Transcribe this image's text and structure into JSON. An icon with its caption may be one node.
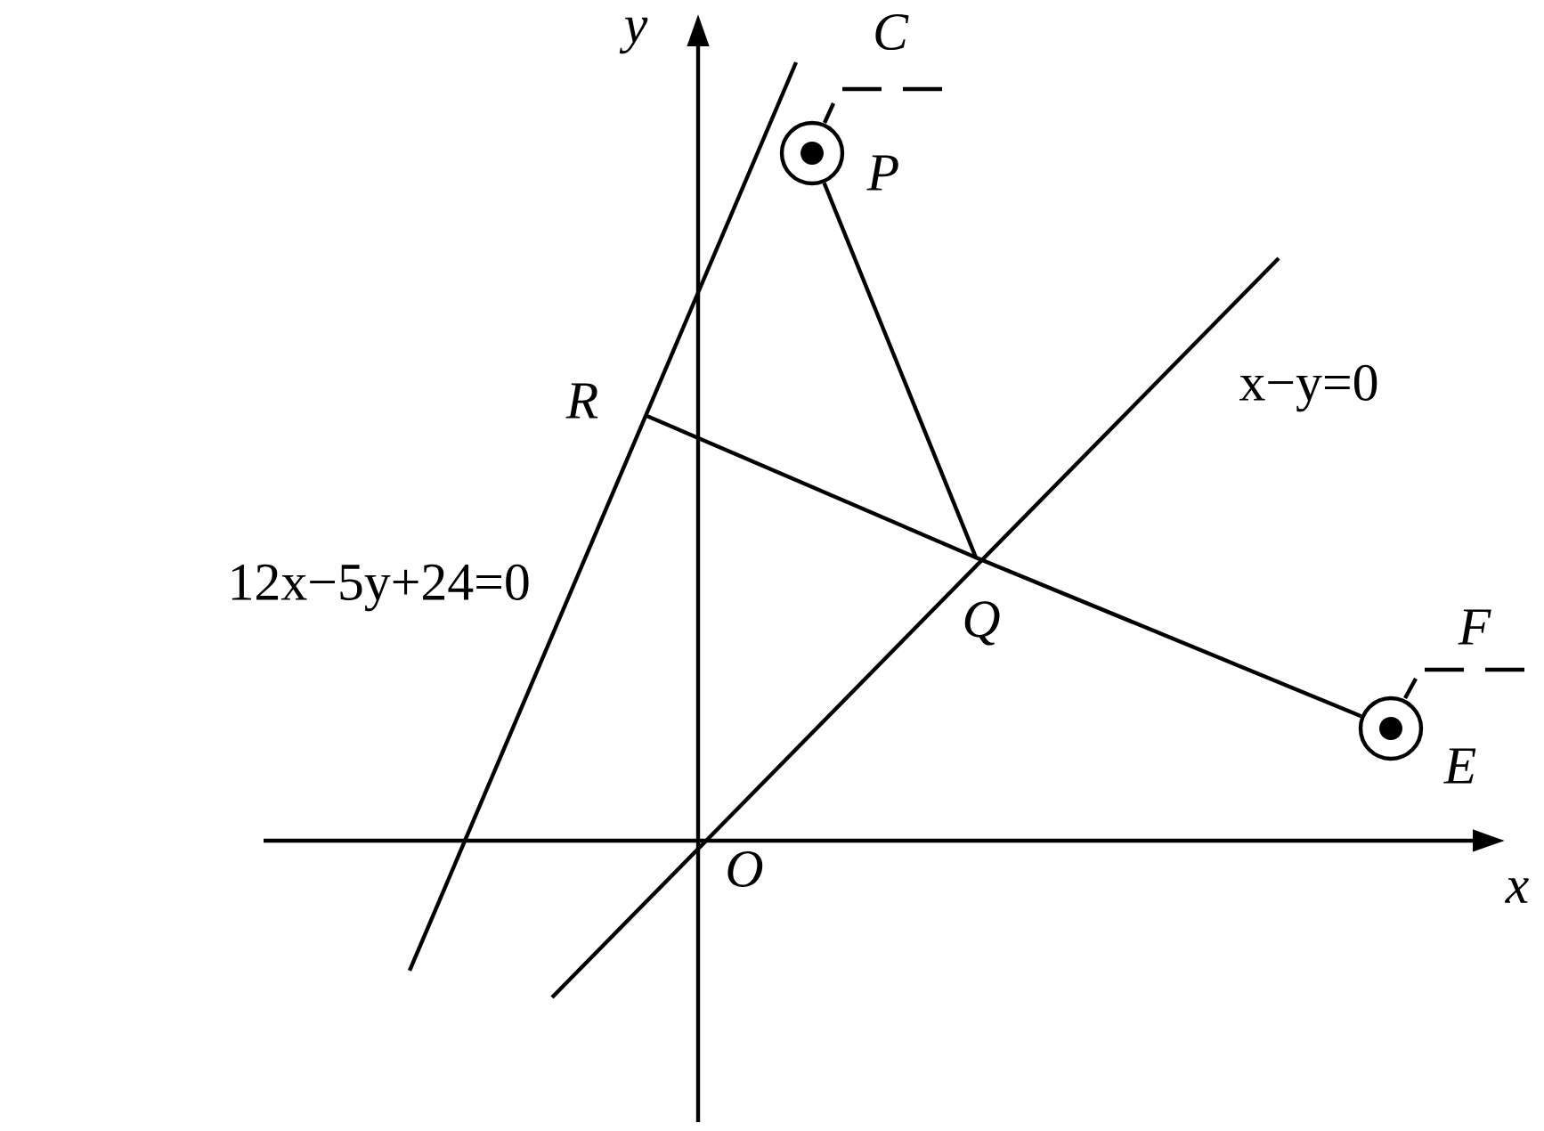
{
  "diagram": {
    "nodes": [
      {
        "text": [],
        "shape": "circle",
        "beside": [
          "P"
        ]
      },
      {
        "text": [],
        "shape": "circle",
        "beside": [
          "E"
        ]
      }
    ],
    "edges": [
      {
        "from": 0,
        "to": 1,
        "arrow": "none"
      }
    ],
    "labels": [
      "y",
      "C",
      "R",
      "x−y=0",
      "12x−5y+24=0",
      "Q",
      "F",
      "O",
      "x"
    ]
  }
}
